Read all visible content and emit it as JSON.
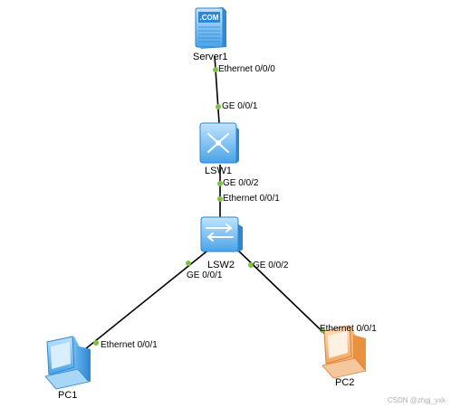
{
  "devices": {
    "server1": {
      "name": "Server1",
      "icon": "server-icon",
      "badge": ".COM"
    },
    "lsw1": {
      "name": "LSW1",
      "icon": "layer3-switch-icon"
    },
    "lsw2": {
      "name": "LSW2",
      "icon": "layer2-switch-icon"
    },
    "pc1": {
      "name": "PC1",
      "icon": "pc-icon"
    },
    "pc2": {
      "name": "PC2",
      "icon": "pc-icon"
    }
  },
  "links": [
    {
      "a": "Server1",
      "a_port": "Ethernet 0/0/0",
      "b": "LSW1",
      "b_port": "GE 0/0/1"
    },
    {
      "a": "LSW1",
      "a_port": "GE 0/0/2",
      "b": "LSW2",
      "b_port": "Ethernet 0/0/1"
    },
    {
      "a": "LSW2",
      "a_port": "GE 0/0/1",
      "b": "PC1",
      "b_port": "Ethernet 0/0/1"
    },
    {
      "a": "LSW2",
      "a_port": "GE 0/0/2",
      "b": "PC2",
      "b_port": "Ethernet 0/0/1"
    }
  ],
  "colors": {
    "link": "#000000",
    "port_dot": "#7dc241",
    "device_blue": "#4aa3e8",
    "pc2_orange": "#f2a35b"
  },
  "watermark": "CSDN @zhgj_yxk"
}
